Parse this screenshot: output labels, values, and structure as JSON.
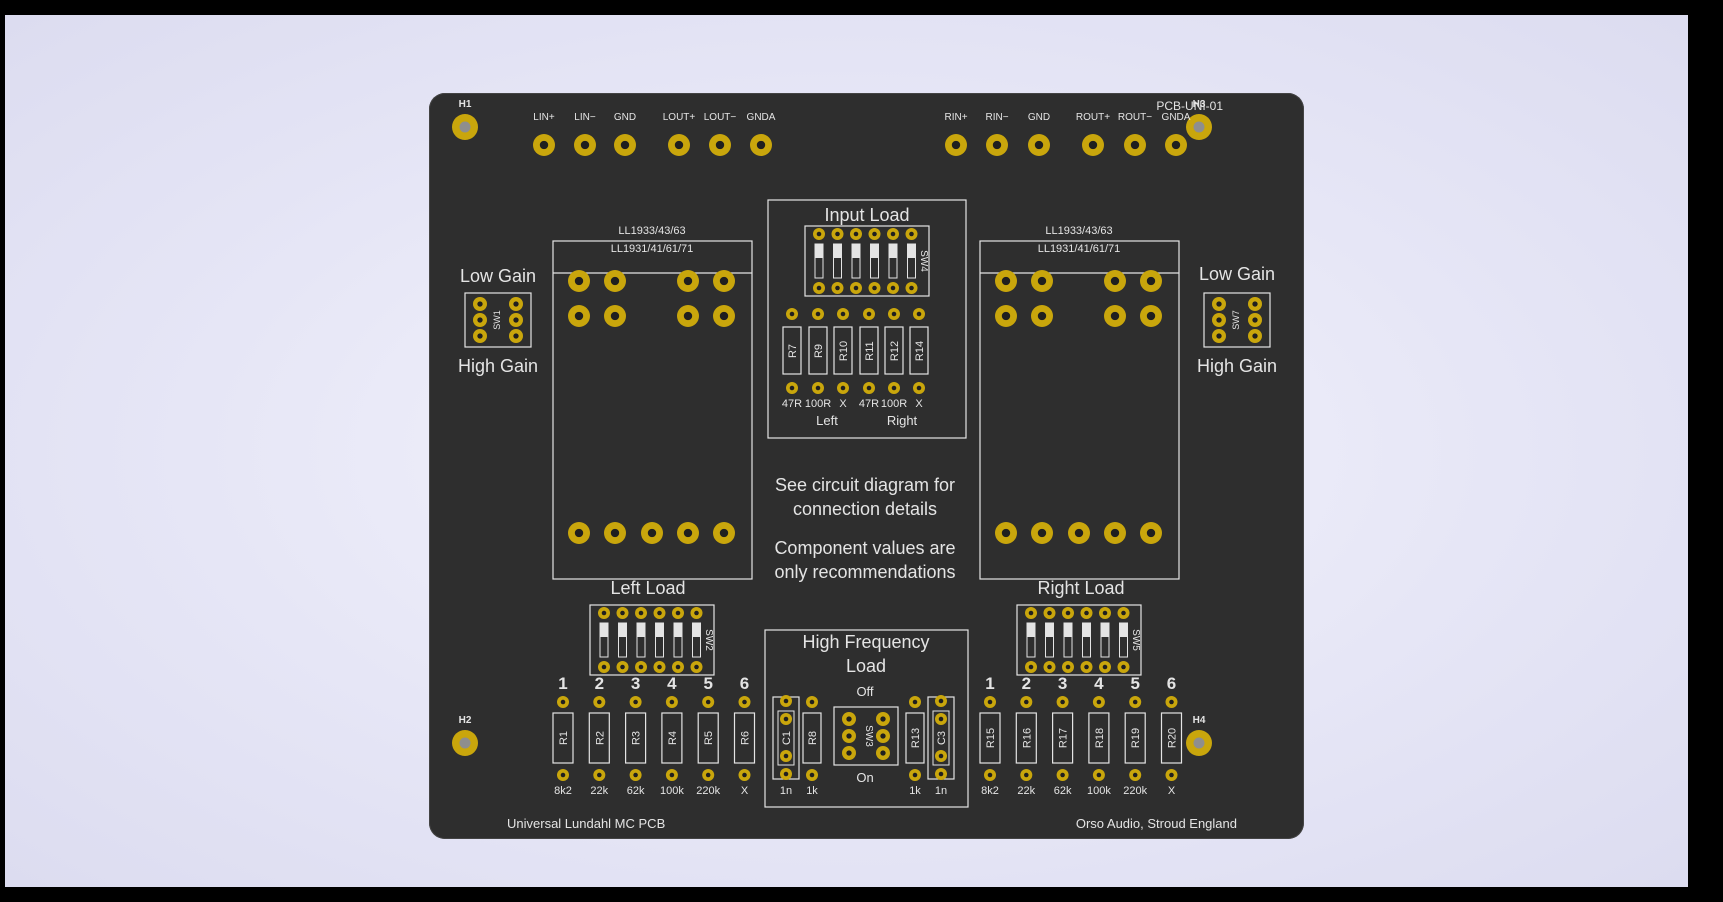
{
  "board": {
    "part_number": "PCB-UNI-01",
    "footer_left": "Universal Lundahl MC PCB",
    "footer_right": "Orso Audio, Stroud England",
    "holes": [
      "H1",
      "H2",
      "H3",
      "H4"
    ],
    "connectors_left": [
      "LIN+",
      "LIN−",
      "GND",
      "LOUT+",
      "LOUT−",
      "GNDA"
    ],
    "connectors_right": [
      "RIN+",
      "RIN−",
      "GND",
      "ROUT+",
      "ROUT−",
      "GNDA"
    ],
    "transformer": {
      "line1": "LL1933/43/63",
      "line2": "LL1931/41/61/71"
    },
    "gain": {
      "low": "Low Gain",
      "high": "High Gain",
      "sw_left": "SW1",
      "sw_right": "SW7"
    },
    "input_load": {
      "title": "Input Load",
      "switch": "SW4",
      "resistors": [
        "R7",
        "R9",
        "R10",
        "R11",
        "R12",
        "R14"
      ],
      "values": [
        "47R",
        "100R",
        "X",
        "47R",
        "100R",
        "X"
      ],
      "left_label": "Left",
      "right_label": "Right"
    },
    "notes": {
      "line1": "See circuit diagram for",
      "line2": "connection details",
      "line3": "Component values are",
      "line4": "only recommendations"
    },
    "left_load": {
      "title": "Left Load",
      "switch": "SW2",
      "positions": [
        "1",
        "2",
        "3",
        "4",
        "5",
        "6"
      ],
      "resistors": [
        "R1",
        "R2",
        "R3",
        "R4",
        "R5",
        "R6"
      ],
      "values": [
        "8k2",
        "22k",
        "62k",
        "100k",
        "220k",
        "X"
      ]
    },
    "right_load": {
      "title": "Right Load",
      "switch": "SW5",
      "positions": [
        "1",
        "2",
        "3",
        "4",
        "5",
        "6"
      ],
      "resistors": [
        "R15",
        "R16",
        "R17",
        "R18",
        "R19",
        "R20"
      ],
      "values": [
        "8k2",
        "22k",
        "62k",
        "100k",
        "220k",
        "X"
      ]
    },
    "hf_load": {
      "title_line1": "High Frequency",
      "title_line2": "Load",
      "off": "Off",
      "on": "On",
      "switch": "SW3",
      "parts": [
        "C1",
        "R8",
        "R13",
        "C3"
      ],
      "values": [
        "1n",
        "1k",
        "1k",
        "1n"
      ]
    }
  },
  "colors": {
    "board": "#2e2e2e",
    "pad": "#c9a60c",
    "silkscreen": "#e4e4e4",
    "background": "#e6e6f6"
  }
}
